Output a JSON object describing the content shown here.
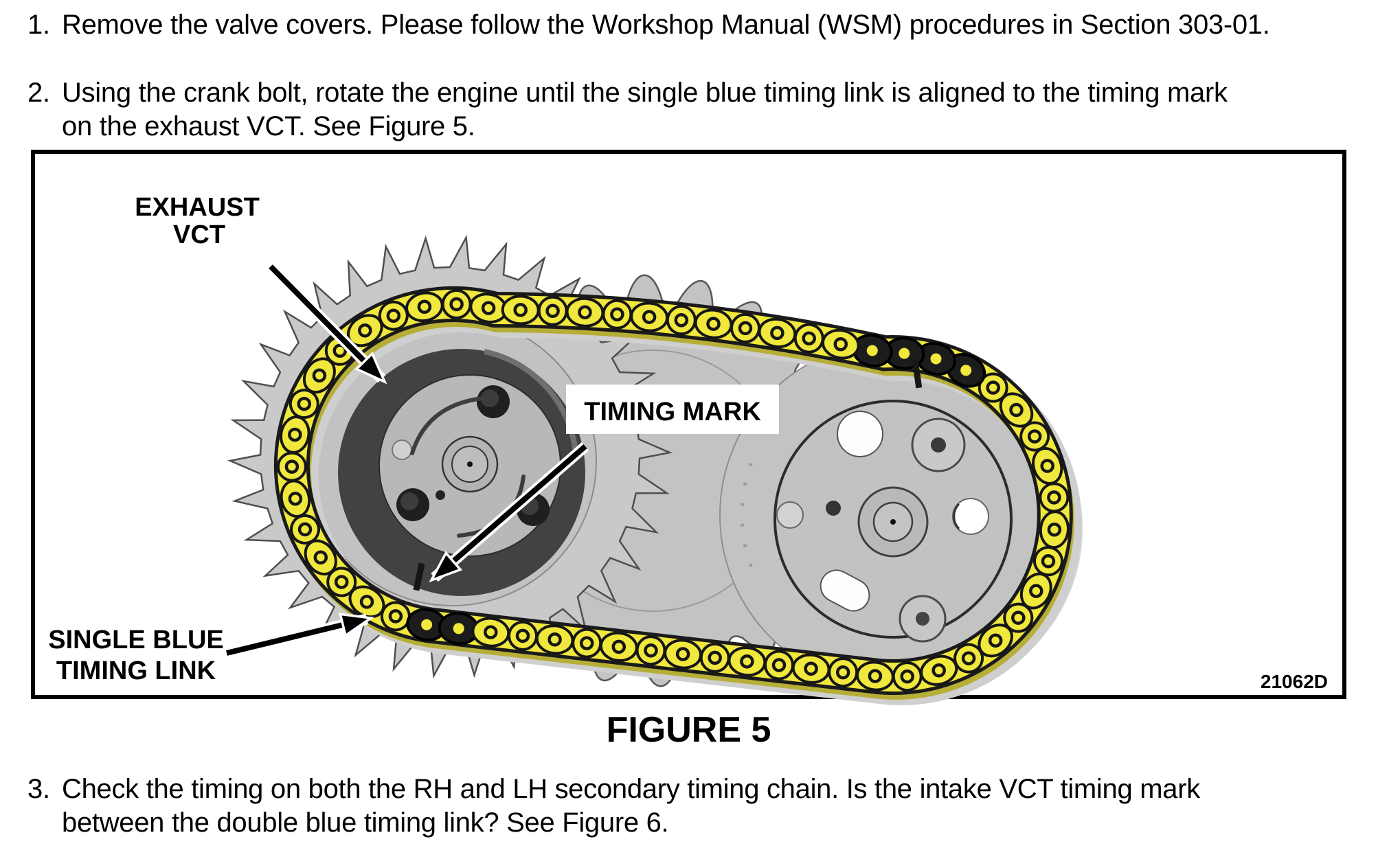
{
  "steps": [
    {
      "number": "1.",
      "lines": [
        "Remove the valve covers. Please follow the Workshop Manual (WSM) procedures in Section 303-01."
      ]
    },
    {
      "number": "2.",
      "lines": [
        "Using the crank bolt, rotate the engine until the single blue timing link is aligned to the timing mark",
        "on the exhaust VCT. See Figure 5."
      ]
    },
    {
      "number": "3.",
      "lines": [
        "Check the timing on both the RH and LH secondary timing chain. Is the intake VCT timing mark",
        "between the double blue timing link? See Figure 6."
      ]
    }
  ],
  "figure": {
    "caption": "FIGURE 5",
    "part_code": "21062D",
    "labels": {
      "exhaust_vct_line1": "EXHAUST",
      "exhaust_vct_line2": "VCT",
      "timing_mark": "TIMING MARK",
      "single_blue_line1": "SINGLE BLUE",
      "single_blue_line2": "TIMING LINK"
    },
    "colors": {
      "background": "#ffffff",
      "chain_yellow": "#f1e83d",
      "chain_outline": "#1a1a1a",
      "chain_shadow_olive": "#b6ae37",
      "chain_shadow_gray": "#cfcfcf",
      "link_marked_black": "#1c1c1c",
      "metal_light": "#c9c9c9",
      "metal_mid": "#c3c3c3",
      "metal_shadow": "#d8d8d8",
      "vct_ring_dark": "#424242"
    }
  }
}
